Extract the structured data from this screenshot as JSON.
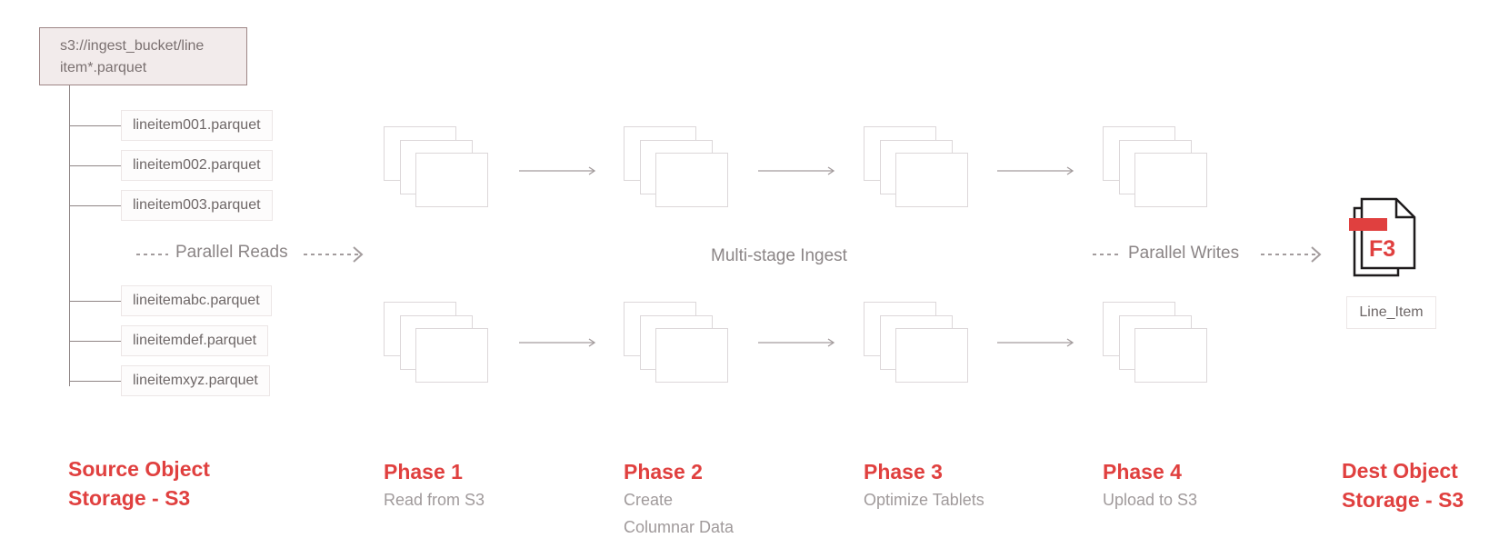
{
  "source": {
    "bucket_path": "s3://ingest_bucket/line\nitem*.parquet",
    "files": [
      "lineitem001.parquet",
      "lineitem002.parquet",
      "lineitem003.parquet",
      "lineitemabc.parquet",
      "lineitemdef.parquet",
      "lineitemxyz.parquet"
    ],
    "title": "Source Object\nStorage - S3"
  },
  "labels": {
    "parallel_reads": "Parallel Reads",
    "multi_stage": "Multi-stage Ingest",
    "parallel_writes": "Parallel Writes"
  },
  "phases": [
    {
      "title": "Phase 1",
      "subtitle": "Read from S3"
    },
    {
      "title": "Phase 2",
      "subtitle": "Create\nColumnar Data"
    },
    {
      "title": "Phase 3",
      "subtitle": "Optimize Tablets"
    },
    {
      "title": "Phase 4",
      "subtitle": "Upload to S3"
    }
  ],
  "dest": {
    "logo_text": "F3",
    "table_label": "Line_Item",
    "title": "Dest Object\nStorage - S3"
  },
  "colors": {
    "accent": "#e0403f",
    "connector": "#8f8585",
    "page_border": "#dcd7d9",
    "arrow": "#a39c9d"
  }
}
